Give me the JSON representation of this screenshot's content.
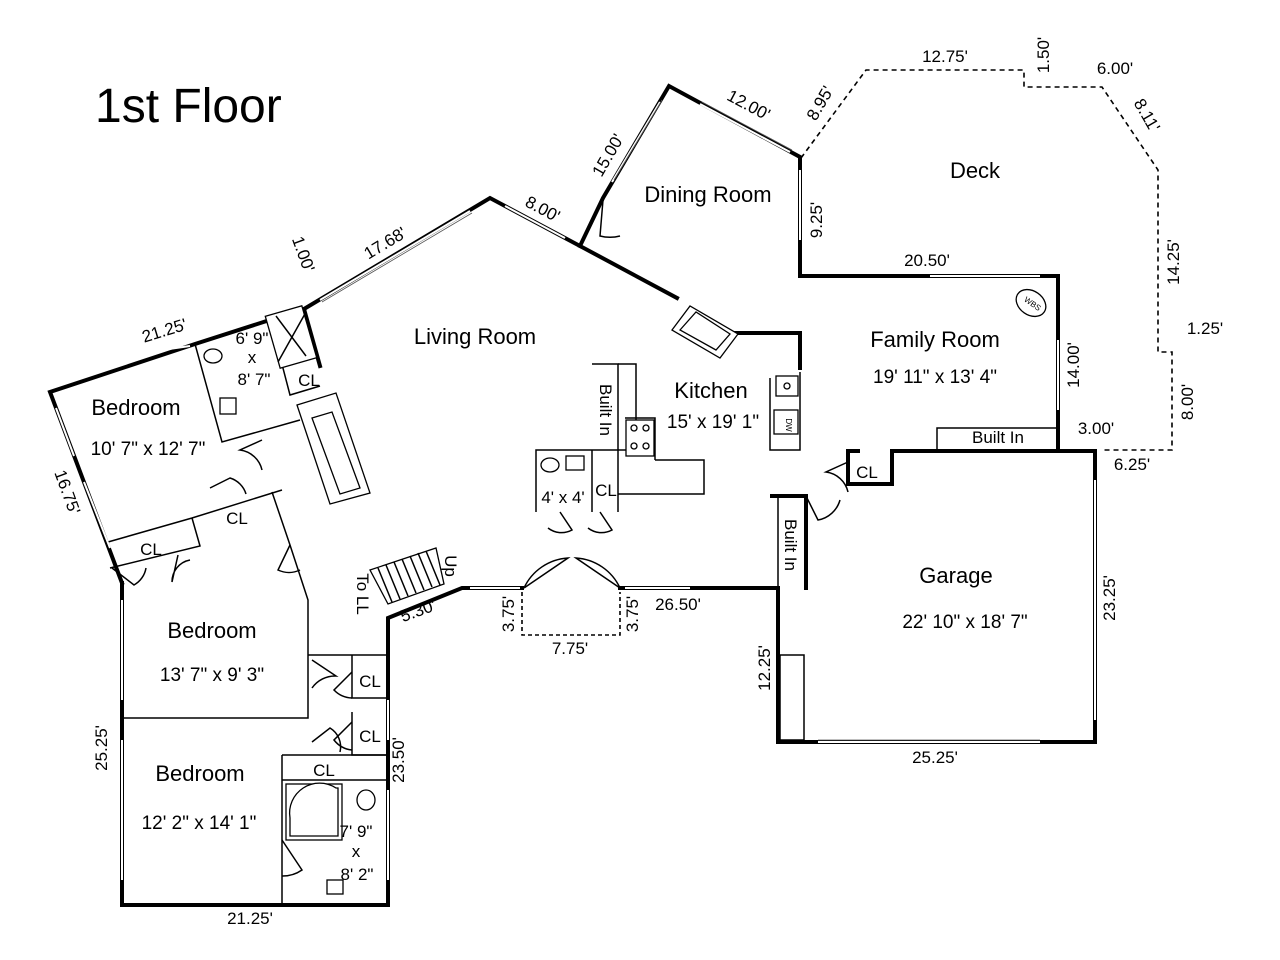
{
  "title": "1st Floor",
  "rooms": {
    "living": {
      "name": "Living Room"
    },
    "dining": {
      "name": "Dining Room"
    },
    "deck": {
      "name": "Deck"
    },
    "kitchen": {
      "name": "Kitchen",
      "size": "15' x 19' 1\""
    },
    "family": {
      "name": "Family Room",
      "size": "19' 11\" x 13' 4\""
    },
    "garage": {
      "name": "Garage",
      "size": "22' 10\" x 18' 7\""
    },
    "bed1": {
      "name": "Bedroom",
      "size": "10' 7\" x 12' 7\""
    },
    "bed2": {
      "name": "Bedroom",
      "size": "13' 7\" x 9' 3\""
    },
    "bed3": {
      "name": "Bedroom",
      "size": "12' 2\" x 14' 1\""
    },
    "bath1": {
      "w": "6' 9\"",
      "x": "x",
      "h": "8' 7\""
    },
    "bath2": {
      "w": "7' 9\"",
      "x": "x",
      "h": "8' 2\""
    },
    "powder": {
      "size": "4' x 4'"
    }
  },
  "labels": {
    "cl": "CL",
    "built_in": "Built In",
    "up": "Up",
    "to_ll": "To LL",
    "wbs": "WBS",
    "dw": "DW"
  },
  "dimensions": {
    "d_1275": "12.75'",
    "d_150": "1.50'",
    "d_600": "6.00'",
    "d_811": "8.11'",
    "d_1200": "12.00'",
    "d_895": "8.95'",
    "d_1500": "15.00'",
    "d_925": "9.25'",
    "d_800a": "8.00'",
    "d_1768": "17.68'",
    "d_100": "1.00'",
    "d_2050": "20.50'",
    "d_1425": "14.25'",
    "d_125": "1.25'",
    "d_1400": "14.00'",
    "d_800b": "8.00'",
    "d_300": "3.00'",
    "d_625": "6.25'",
    "d_2125a": "21.25'",
    "d_1675": "16.75'",
    "d_2525a": "25.25'",
    "d_2125b": "21.25'",
    "d_2350": "23.50'",
    "d_530": "5.30'",
    "d_375a": "3.75'",
    "d_375b": "3.75'",
    "d_775": "7.75'",
    "d_2650": "26.50'",
    "d_1225": "12.25'",
    "d_2325": "23.25'",
    "d_2525b": "25.25'"
  }
}
